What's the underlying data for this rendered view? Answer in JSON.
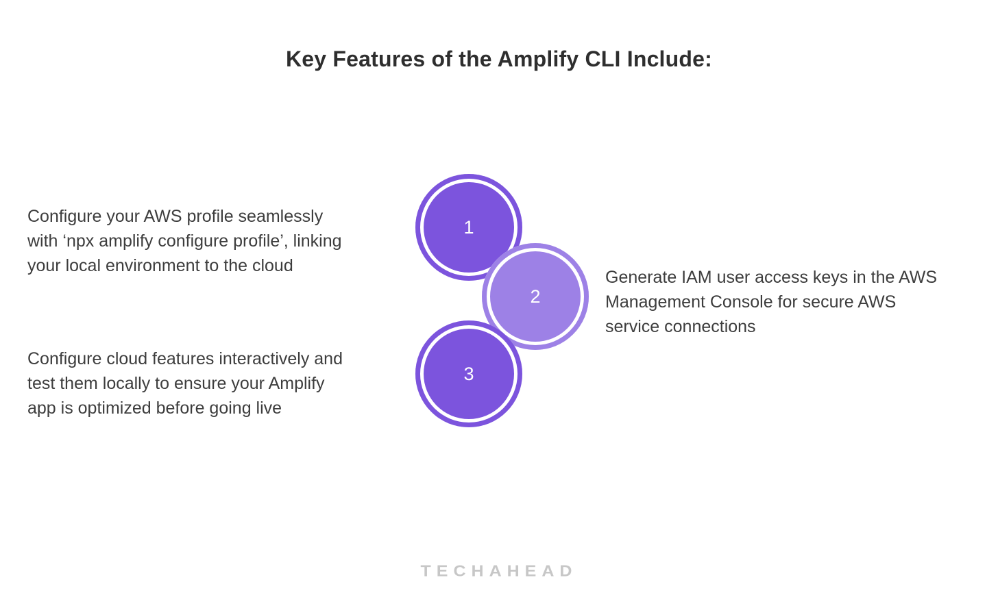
{
  "title": "Key Features of the Amplify CLI Include:",
  "steps": [
    {
      "number": "1",
      "circle_color_role": "dark",
      "text": "Configure your AWS profile seamlessly with ‘npx amplify configure profile’, linking your local environment to the cloud",
      "lines": [
        "Configure your AWS profile seamlessly",
        "with ‘npx amplify configure profile’, linking",
        "your local environment to the cloud"
      ],
      "text_side": "left"
    },
    {
      "number": "2",
      "circle_color_role": "light",
      "text": "Generate IAM user access keys in the AWS Management Console for secure AWS service connections",
      "lines": [
        "Generate IAM user access keys in the AWS",
        "Management Console for secure AWS",
        "service connections"
      ],
      "text_side": "right"
    },
    {
      "number": "3",
      "circle_color_role": "dark",
      "text": "Configure cloud features interactively and test them locally to ensure your Amplify app is optimized before going live",
      "lines": [
        "Configure cloud features interactively and",
        "test them locally to ensure your Amplify",
        "app is optimized before going live"
      ],
      "text_side": "left"
    }
  ],
  "watermark": "TECHAHEAD",
  "colors": {
    "circle_dark": "#7c54dd",
    "circle_light": "#9d81e6",
    "title_text": "#2e2e2e",
    "body_text": "#3d3d3d",
    "watermark_gray": "#c7c7c7",
    "background": "#ffffff"
  }
}
